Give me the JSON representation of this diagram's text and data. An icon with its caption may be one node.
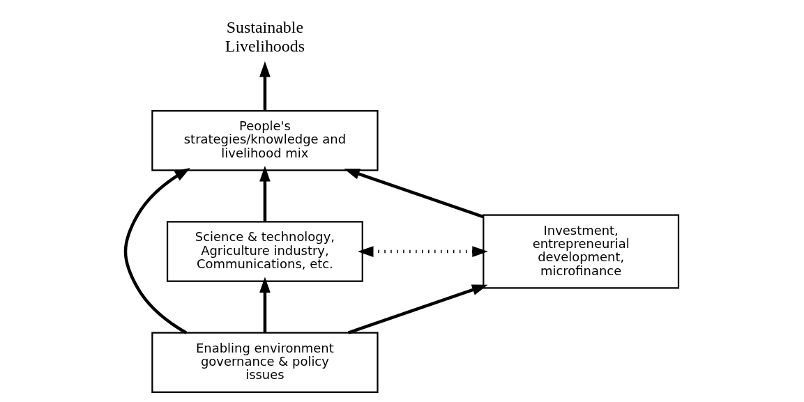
{
  "diagram": {
    "nodes": [
      {
        "text": [
          "Sustainable Livelihoods"
        ]
      },
      {
        "text": [
          "People's strategies/knowledge and livelihood mix"
        ]
      },
      {
        "text": [
          "Science & technology, Agriculture industry, Communications, etc."
        ]
      },
      {
        "text": [
          "Investment, entrepreneurial development, microfinance"
        ]
      },
      {
        "text": [
          "Enabling environment governance & policy issues"
        ]
      }
    ],
    "edges": [
      {
        "from": 1,
        "to": 0,
        "arrow": "to"
      },
      {
        "from": 2,
        "to": 1,
        "arrow": "to"
      },
      {
        "from": 3,
        "to": 1,
        "arrow": "to"
      },
      {
        "from": 4,
        "to": 1,
        "arrow": "to"
      },
      {
        "from": 2,
        "to": 3,
        "arrow": "both",
        "style": "dashed"
      },
      {
        "from": 4,
        "to": 2,
        "arrow": "to"
      },
      {
        "from": 4,
        "to": 3,
        "arrow": "to"
      }
    ]
  }
}
